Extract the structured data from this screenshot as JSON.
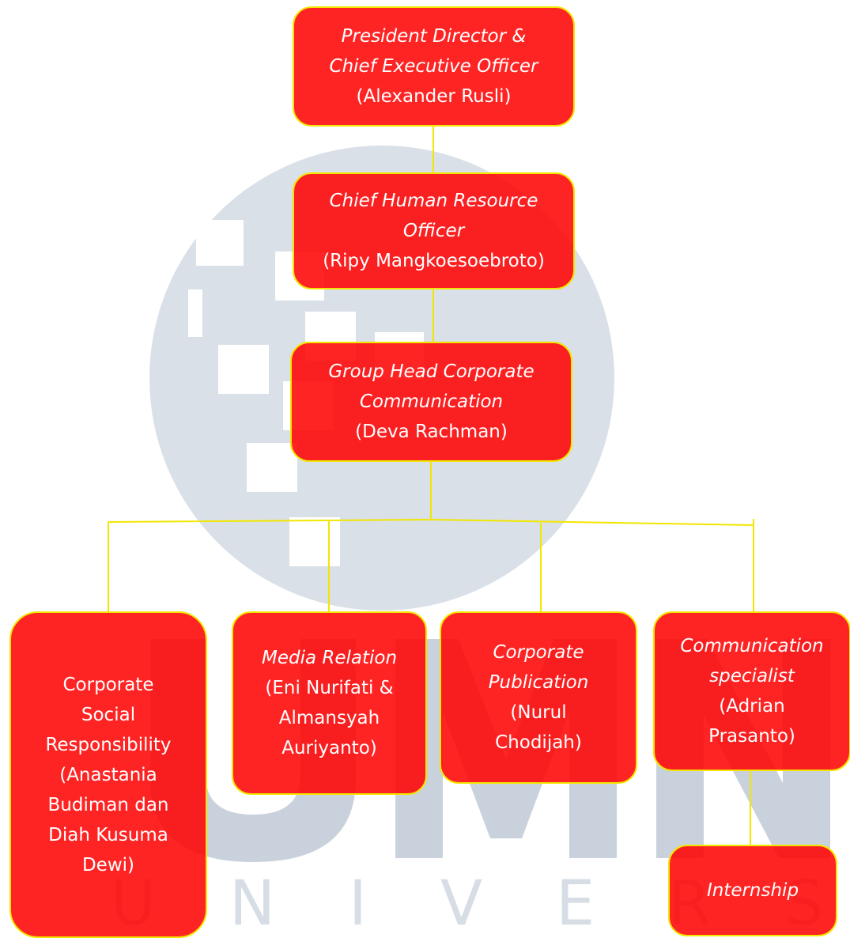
{
  "colors": {
    "box_fill": "#ff0000",
    "box_border": "#f2e600",
    "connector": "#f2e600",
    "watermark": "#d6dde5"
  },
  "watermark": {
    "text": "U N I V E R S I T A S",
    "logo_letters": "UMN"
  },
  "nodes": {
    "ceo": {
      "role_line1": "President Director &",
      "role_line2": "Chief Executive Officer",
      "person": "(Alexander Rusli)"
    },
    "chro": {
      "role_line1": "Chief Human Resource",
      "role_line2": "Officer",
      "person": "(Ripy Mangkoesoebroto)"
    },
    "ghcc": {
      "role_line1": "Group Head Corporate",
      "role_line2": "Communication",
      "person": "(Deva Rachman)"
    },
    "csr": {
      "line1": "Corporate",
      "line2": "Social",
      "line3": "Responsibility",
      "line4": "(Anastania",
      "line5": "Budiman dan",
      "line6": "Diah Kusuma",
      "line7": "Dewi)"
    },
    "media": {
      "role": "Media Relation",
      "person_line1": "(Eni Nurifati &",
      "person_line2": "Almansyah",
      "person_line3": "Auriyanto)"
    },
    "pub": {
      "role_line1": "Corporate",
      "role_line2": "Publication",
      "person_line1": "(Nurul",
      "person_line2": "Chodijah)"
    },
    "spec": {
      "role_line1": "Communication",
      "role_line2": "specialist",
      "person_line1": "(Adrian",
      "person_line2": "Prasanto)"
    },
    "intern": {
      "role": "Internship"
    }
  }
}
